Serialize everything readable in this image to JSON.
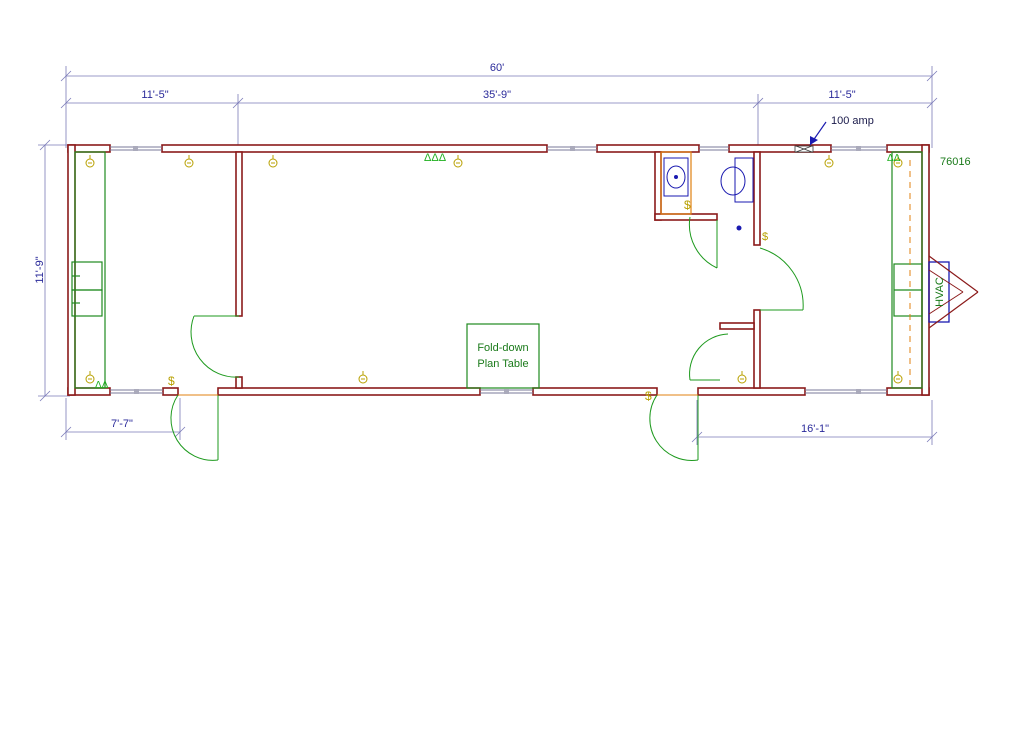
{
  "dimensions": {
    "overall": "60'",
    "left_section": "11'-5\"",
    "middle_section": "35'-9\"",
    "right_section": "11'-5\"",
    "height": "11'-9\"",
    "left_door_offset": "7'-7\"",
    "right_door_offset": "16'-1\""
  },
  "labels": {
    "electric_panel": "100 amp",
    "model_number": "76016",
    "table_line1": "Fold-down",
    "table_line2": "Plan Table",
    "hvac": "HVAC"
  },
  "symbols": {
    "switch": "$",
    "outlet_triple": "ΔΔΔ",
    "outlet_pair": "ΔΔ"
  },
  "colors": {
    "walls": "#8b1a1a",
    "dimensions": "#2a2a9a",
    "doors_and_cabinets": "#1e8a1e",
    "lights": "#b8a000",
    "hvac_unit": "#1a1ab0"
  }
}
